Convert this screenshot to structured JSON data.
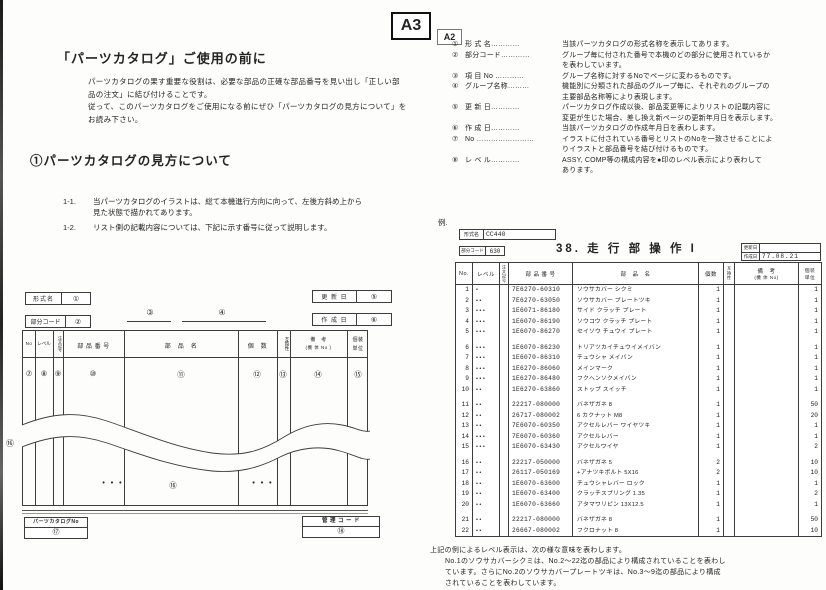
{
  "page_labels": {
    "a3": "A3",
    "a2": "A2"
  },
  "left_page": {
    "title": "「パーツカタログ」ご使用の前に",
    "intro_lines": [
      "パーツカタログの果す重要な役割は、必要な部品の正確な部品番号を見い出し「正しい部",
      "品の注文」に結び付けることです。",
      "従って、このパーツカタログをご使用になる前にぜひ「パーツカタログの見方について」を",
      "お読み下さい。"
    ],
    "section_title": "①パーツカタログの見方について",
    "items": [
      {
        "num": "1-1.",
        "lines": [
          "当パーツカタログのイラストは、総て本機進行方向に向って、左後方斜め上から",
          "見た状態で描かれてあります。"
        ]
      },
      {
        "num": "1-2.",
        "lines": [
          "リスト側の記載内容については、下記に示す番号に従って説明します。"
        ]
      }
    ],
    "diagram": {
      "model_label": "形式名",
      "model_ref": "①",
      "update_label": "更 新 日",
      "update_ref": "⑤",
      "part_code_label": "部分コード",
      "part_code_ref": "②",
      "create_label": "作 成 日",
      "create_ref": "⑥",
      "item_no_ref": "③",
      "group_name_ref": "④",
      "headers": {
        "no": "No",
        "level": "レベル",
        "order": "注文記号",
        "part_number": "部 品 番 号",
        "part_name": "部　品　名",
        "qty": "個　数",
        "compat": "互換性",
        "remarks1": "備　考",
        "remarks2": "(機 体 No )",
        "packing1": "個装",
        "packing2": "単位"
      },
      "column_refs": [
        "⑦",
        "⑧",
        "⑨",
        "⑩",
        "⑪",
        "⑫",
        "⑬",
        "⑭",
        "⑮"
      ],
      "side_ref": "⑯",
      "stars_left": "• • •",
      "bottom_ref": "⑯",
      "stars_right": "• • •",
      "catalog_no_label": "パーツカタログNo",
      "catalog_no_ref": "⑰",
      "admin_code_label": "管 理 コ ー ド",
      "admin_code_ref": "⑱"
    }
  },
  "right_page": {
    "legend": [
      {
        "num": "①",
        "term": "形 式 名…………",
        "desc_lines": [
          "当該パーツカタログの形式名称を表示してあります。"
        ]
      },
      {
        "num": "②",
        "term": "部分コード…………",
        "desc_lines": [
          "グループ毎に付された番号で本機のどの部分に使用されているか",
          "を表わしています。"
        ]
      },
      {
        "num": "③",
        "term": "項 目 No …………",
        "desc_lines": [
          "グループ名称に対するNoでページに変わるものです。"
        ]
      },
      {
        "num": "④",
        "term": "グループ名称………",
        "desc_lines": [
          "機能別に分類された部品のグループ毎に、それぞれのグループの",
          "主要部品名称等により表現します。"
        ]
      },
      {
        "num": "⑤",
        "term": "更 新 日…………",
        "desc_lines": [
          "パーツカタログ作成以後、部品変更等によりリストの記載内容に",
          "変更が生じた場合、差し換え新ページの更新年月日を表示します。"
        ]
      },
      {
        "num": "⑥",
        "term": "作 成 日…………",
        "desc_lines": [
          "当該パーツカタログの作成年月日を表わします。"
        ]
      },
      {
        "num": "⑦",
        "term": "No ……………………",
        "desc_lines": [
          "イラストに付されている番号とリストのNoを一致させることによ",
          "りイラストと部品番号を結び付けるものです。"
        ]
      },
      {
        "num": "⑧",
        "term": "レ ベ ル…………",
        "desc_lines": [
          "ASSY, COMP等の構成内容を●印のレベル表示により表わして",
          "あります。"
        ]
      }
    ],
    "example_label": "例.",
    "example": {
      "model_label": "形式名",
      "model_value": "CC440",
      "part_code_label": "部分コード",
      "part_code_value": "630",
      "title": "38. 走 行 部 操 作 I",
      "update_label": "更新日",
      "update_value": "",
      "create_label": "作成日",
      "create_value": "77.08.21",
      "table": {
        "headers": {
          "no": "No.",
          "level": "レベル",
          "order": "注文記号",
          "part_number": "部 品 番 号",
          "part_name": "部　品　名",
          "qty": "個数",
          "compat": "互換性",
          "remarks1": "備　考",
          "remarks2": "(機 体 No)",
          "packing1": "個装",
          "packing2": "単位"
        },
        "rows": [
          {
            "no": "1",
            "level": "•",
            "part_number": "7E6270-60310",
            "part_name": "ソウサカバー シクミ",
            "qty": "1",
            "compat": "",
            "remarks": "",
            "packing": "1"
          },
          {
            "no": "2",
            "level": "••",
            "part_number": "7E6270-63050",
            "part_name": "ソウサカバー プレートツキ",
            "qty": "1",
            "compat": "",
            "remarks": "",
            "packing": "1"
          },
          {
            "no": "3",
            "level": "•••",
            "part_number": "1E6071-86180",
            "part_name": "サイド クラッチ プレート",
            "qty": "1",
            "compat": "",
            "remarks": "",
            "packing": "1"
          },
          {
            "no": "4",
            "level": "•••",
            "part_number": "1E6070-86190",
            "part_name": "ソウコウ クラッチ プレート",
            "qty": "1",
            "compat": "",
            "remarks": "",
            "packing": "1"
          },
          {
            "no": "5",
            "level": "•••",
            "part_number": "1E6070-86270",
            "part_name": "セイソウ チュウイ プレート",
            "qty": "1",
            "compat": "",
            "remarks": "",
            "packing": "1"
          },
          {
            "no": "6",
            "level": "•••",
            "part_number": "1E6070-86230",
            "part_name": "トリアツカイチュウイメイバン",
            "qty": "1",
            "compat": "",
            "remarks": "",
            "packing": "1"
          },
          {
            "no": "7",
            "level": "•••",
            "part_number": "1E6070-86310",
            "part_name": "チュウシャ メイバン",
            "qty": "1",
            "compat": "",
            "remarks": "",
            "packing": "1"
          },
          {
            "no": "8",
            "level": "•••",
            "part_number": "1E6270-86060",
            "part_name": "メインマーク",
            "qty": "1",
            "compat": "",
            "remarks": "",
            "packing": "1"
          },
          {
            "no": "9",
            "level": "•••",
            "part_number": "1E6270-86480",
            "part_name": "フクヘンソクメイバン",
            "qty": "1",
            "compat": "",
            "remarks": "",
            "packing": "1"
          },
          {
            "no": "10",
            "level": "••",
            "part_number": "1E6270-63860",
            "part_name": "ストップ スイッチ",
            "qty": "1",
            "compat": "",
            "remarks": "",
            "packing": "1"
          },
          {
            "no": "11",
            "level": "••",
            "part_number": "22217-080000",
            "part_name": "バネザガネ 8",
            "qty": "1",
            "compat": "",
            "remarks": "",
            "packing": "50"
          },
          {
            "no": "12",
            "level": "••",
            "part_number": "26717-080002",
            "part_name": "6 カクナット M8",
            "qty": "1",
            "compat": "",
            "remarks": "",
            "packing": "20"
          },
          {
            "no": "13",
            "level": "••",
            "part_number": "7E6070-60350",
            "part_name": "アクセルレバー ワイヤツキ",
            "qty": "1",
            "compat": "",
            "remarks": "",
            "packing": "1"
          },
          {
            "no": "14",
            "level": "•••",
            "part_number": "7E6070-60360",
            "part_name": "アクセルレバー",
            "qty": "1",
            "compat": "",
            "remarks": "",
            "packing": "1"
          },
          {
            "no": "15",
            "level": "•••",
            "part_number": "1E6070-63430",
            "part_name": "アクセルワイヤ",
            "qty": "1",
            "compat": "",
            "remarks": "",
            "packing": "2"
          },
          {
            "no": "16",
            "level": "••",
            "part_number": "22217-050000",
            "part_name": "バネザガネ 5",
            "qty": "2",
            "compat": "",
            "remarks": "",
            "packing": "10"
          },
          {
            "no": "17",
            "level": "••",
            "part_number": "26117-050169",
            "part_name": "+アナツキボルト 5X16",
            "qty": "2",
            "compat": "",
            "remarks": "",
            "packing": "10"
          },
          {
            "no": "18",
            "level": "••",
            "part_number": "1E6070-63600",
            "part_name": "チュウシャレバー ロック",
            "qty": "1",
            "compat": "",
            "remarks": "",
            "packing": "1"
          },
          {
            "no": "19",
            "level": "••",
            "part_number": "1E6070-63400",
            "part_name": "クラッチスプリング 1.35",
            "qty": "1",
            "compat": "",
            "remarks": "",
            "packing": "2"
          },
          {
            "no": "20",
            "level": "••",
            "part_number": "1E6070-63660",
            "part_name": "アタマワリピン 13X12.5",
            "qty": "1",
            "compat": "",
            "remarks": "",
            "packing": "1"
          },
          {
            "no": "21",
            "level": "••",
            "part_number": "22217-080000",
            "part_name": "バネザガネ 8",
            "qty": "1",
            "compat": "",
            "remarks": "",
            "packing": "50"
          },
          {
            "no": "22",
            "level": "••",
            "part_number": "26667-080002",
            "part_name": "フクロナット 8",
            "qty": "1",
            "compat": "",
            "remarks": "",
            "packing": "10"
          }
        ],
        "group_breaks": [
          5,
          10,
          15,
          20
        ]
      }
    },
    "footer_lines": [
      "上記の例によるレベル表示は、次の様な意味を表わします。",
      "No.1のソウサカバーシクミは、No.2〜22迄の部品により構成されていることを表わし",
      "ています。さらにNo.2のソウサカバープレートツキは、No.3〜9迄の部品により構成",
      "されていることを表わしています。"
    ]
  }
}
